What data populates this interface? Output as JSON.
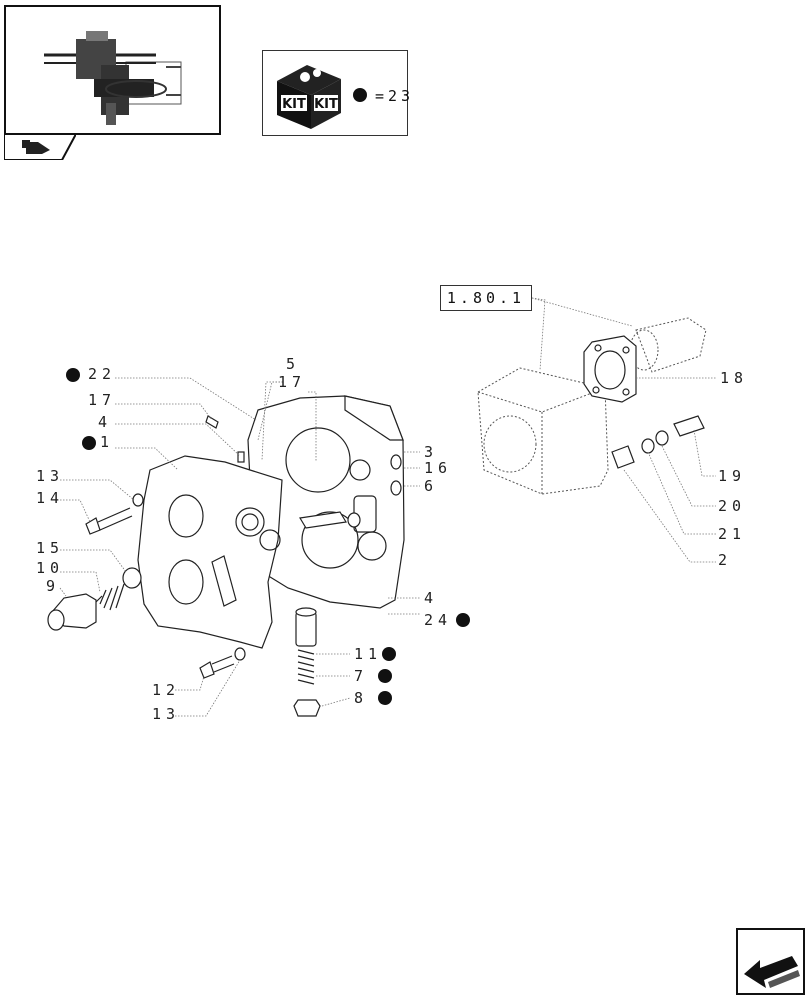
{
  "kit": {
    "label_left": "KIT",
    "label_right": "KIT",
    "equals_value": "=23"
  },
  "ref_box": "1.80.1",
  "labels": {
    "l22": "22",
    "l17a": "17",
    "l4a": "4",
    "l1": "1",
    "l13a": "13",
    "l14": "14",
    "l15": "15",
    "l10": "10",
    "l9": "9",
    "l12": "12",
    "l13b": "13",
    "l5": "5",
    "l17b": "17",
    "l3": "3",
    "l16": "16",
    "l6": "6",
    "l4b": "4",
    "l24": "24",
    "l11": "11",
    "l7": "7",
    "l8": "8",
    "l18": "18",
    "l19": "19",
    "l20": "20",
    "l21": "21",
    "l2": "2"
  },
  "icons": {
    "thumbnail": "assembly-location-thumbnail",
    "thumb_tab": "tractor-section-icon",
    "kit_box": "kit-cube-icon",
    "nav": "next-page-arrow-icon"
  }
}
